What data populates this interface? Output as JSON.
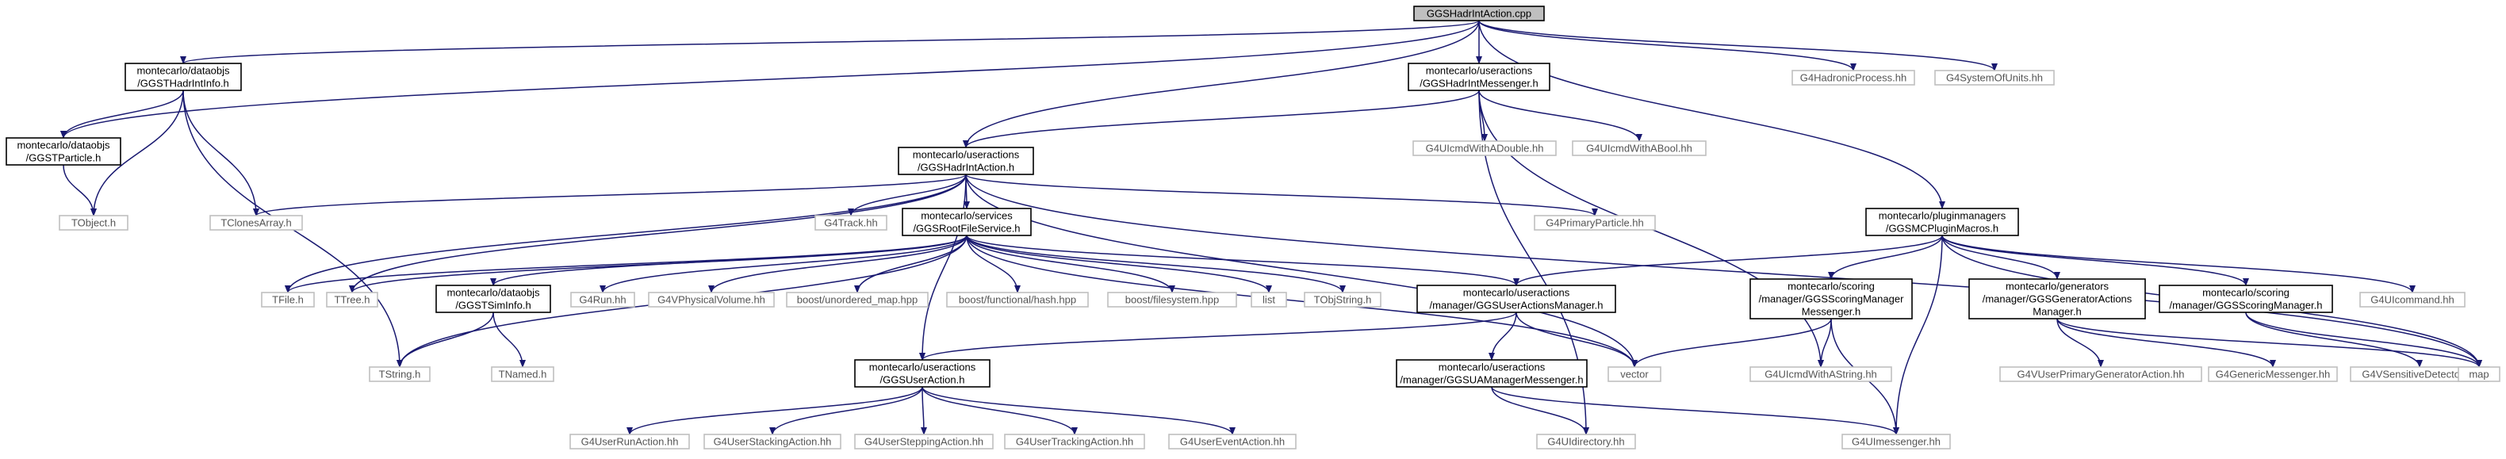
{
  "graph": {
    "nodes": [
      {
        "id": "root",
        "lines": [
          "GGSHadrIntAction.cpp"
        ],
        "style": "root"
      },
      {
        "id": "hadrIntInfo",
        "lines": [
          "montecarlo/dataobjs",
          "/GGSTHadrIntInfo.h"
        ],
        "style": "plain"
      },
      {
        "id": "messenger",
        "lines": [
          "montecarlo/useractions",
          "/GGSHadrIntMessenger.h"
        ],
        "style": "plain"
      },
      {
        "id": "g4HadronicProcess",
        "lines": [
          "G4HadronicProcess.hh"
        ],
        "style": "gray"
      },
      {
        "id": "g4SystemOfUnits",
        "lines": [
          "G4SystemOfUnits.hh"
        ],
        "style": "gray"
      },
      {
        "id": "particle",
        "lines": [
          "montecarlo/dataobjs",
          "/GGSTParticle.h"
        ],
        "style": "plain"
      },
      {
        "id": "hadrIntAction",
        "lines": [
          "montecarlo/useractions",
          "/GGSHadrIntAction.h"
        ],
        "style": "plain"
      },
      {
        "id": "cmdDouble",
        "lines": [
          "G4UIcmdWithADouble.hh"
        ],
        "style": "gray"
      },
      {
        "id": "cmdBool",
        "lines": [
          "G4UIcmdWithABool.hh"
        ],
        "style": "gray"
      },
      {
        "id": "tobject",
        "lines": [
          "TObject.h"
        ],
        "style": "gray"
      },
      {
        "id": "tclones",
        "lines": [
          "TClonesArray.h"
        ],
        "style": "gray"
      },
      {
        "id": "g4track",
        "lines": [
          "G4Track.hh"
        ],
        "style": "gray"
      },
      {
        "id": "rootFileService",
        "lines": [
          "montecarlo/services",
          "/GGSRootFileService.h"
        ],
        "style": "plain"
      },
      {
        "id": "g4PrimaryParticle",
        "lines": [
          "G4PrimaryParticle.hh"
        ],
        "style": "gray"
      },
      {
        "id": "pluginMacros",
        "lines": [
          "montecarlo/pluginmanagers",
          "/GGSMCPluginMacros.h"
        ],
        "style": "plain"
      },
      {
        "id": "tfile",
        "lines": [
          "TFile.h"
        ],
        "style": "gray"
      },
      {
        "id": "ttree",
        "lines": [
          "TTree.h"
        ],
        "style": "gray"
      },
      {
        "id": "simInfo",
        "lines": [
          "montecarlo/dataobjs",
          "/GGSTSimInfo.h"
        ],
        "style": "plain"
      },
      {
        "id": "g4run",
        "lines": [
          "G4Run.hh"
        ],
        "style": "gray"
      },
      {
        "id": "g4VPhysicalVolume",
        "lines": [
          "G4VPhysicalVolume.hh"
        ],
        "style": "gray"
      },
      {
        "id": "unorderedMap",
        "lines": [
          "boost/unordered_map.hpp"
        ],
        "style": "gray"
      },
      {
        "id": "functionalHash",
        "lines": [
          "boost/functional/hash.hpp"
        ],
        "style": "gray"
      },
      {
        "id": "filesystem",
        "lines": [
          "boost/filesystem.hpp"
        ],
        "style": "gray"
      },
      {
        "id": "list",
        "lines": [
          "list"
        ],
        "style": "gray"
      },
      {
        "id": "tobjstring",
        "lines": [
          "TObjString.h"
        ],
        "style": "gray"
      },
      {
        "id": "userActionsManager",
        "lines": [
          "montecarlo/useractions",
          "/manager/GGSUserActionsManager.h"
        ],
        "style": "plain"
      },
      {
        "id": "scoringManagerMessenger",
        "lines": [
          "montecarlo/scoring",
          "/manager/GGSScoringManager",
          "Messenger.h"
        ],
        "style": "plain"
      },
      {
        "id": "generatorActionsManager",
        "lines": [
          "montecarlo/generators",
          "/manager/GGSGeneratorActions",
          "Manager.h"
        ],
        "style": "plain"
      },
      {
        "id": "scoringManager",
        "lines": [
          "montecarlo/scoring",
          "/manager/GGSScoringManager.h"
        ],
        "style": "plain"
      },
      {
        "id": "g4UIcommand",
        "lines": [
          "G4UIcommand.hh"
        ],
        "style": "gray"
      },
      {
        "id": "tstring",
        "lines": [
          "TString.h"
        ],
        "style": "gray"
      },
      {
        "id": "tnamed",
        "lines": [
          "TNamed.h"
        ],
        "style": "gray"
      },
      {
        "id": "userAction",
        "lines": [
          "montecarlo/useractions",
          "/GGSUserAction.h"
        ],
        "style": "plain"
      },
      {
        "id": "uaManagerMessenger",
        "lines": [
          "montecarlo/useractions",
          "/manager/GGSUAManagerMessenger.h"
        ],
        "style": "plain"
      },
      {
        "id": "vector",
        "lines": [
          "vector"
        ],
        "style": "gray"
      },
      {
        "id": "cmdWithAString",
        "lines": [
          "G4UIcmdWithAString.hh"
        ],
        "style": "gray"
      },
      {
        "id": "g4VUserPrimaryGeneratorAction",
        "lines": [
          "G4VUserPrimaryGeneratorAction.hh"
        ],
        "style": "gray"
      },
      {
        "id": "g4GenericMessenger",
        "lines": [
          "G4GenericMessenger.hh"
        ],
        "style": "gray"
      },
      {
        "id": "g4VSensitiveDetector",
        "lines": [
          "G4VSensitiveDetector.hh"
        ],
        "style": "gray"
      },
      {
        "id": "map",
        "lines": [
          "map"
        ],
        "style": "gray"
      },
      {
        "id": "g4UserRunAction",
        "lines": [
          "G4UserRunAction.hh"
        ],
        "style": "gray"
      },
      {
        "id": "g4UserStackingAction",
        "lines": [
          "G4UserStackingAction.hh"
        ],
        "style": "gray"
      },
      {
        "id": "g4UserSteppingAction",
        "lines": [
          "G4UserSteppingAction.hh"
        ],
        "style": "gray"
      },
      {
        "id": "g4UserTrackingAction",
        "lines": [
          "G4UserTrackingAction.hh"
        ],
        "style": "gray"
      },
      {
        "id": "g4UserEventAction",
        "lines": [
          "G4UserEventAction.hh"
        ],
        "style": "gray"
      },
      {
        "id": "g4UIdirectory",
        "lines": [
          "G4UIdirectory.hh"
        ],
        "style": "gray"
      },
      {
        "id": "g4UImessenger",
        "lines": [
          "G4UImessenger.hh"
        ],
        "style": "gray"
      }
    ],
    "edges": [
      [
        "root",
        "hadrIntInfo"
      ],
      [
        "root",
        "particle"
      ],
      [
        "root",
        "messenger"
      ],
      [
        "root",
        "hadrIntAction"
      ],
      [
        "root",
        "g4HadronicProcess"
      ],
      [
        "root",
        "g4SystemOfUnits"
      ],
      [
        "root",
        "pluginMacros"
      ],
      [
        "hadrIntInfo",
        "particle"
      ],
      [
        "hadrIntInfo",
        "tobject"
      ],
      [
        "hadrIntInfo",
        "tclones"
      ],
      [
        "hadrIntInfo",
        "tstring"
      ],
      [
        "particle",
        "tobject"
      ],
      [
        "messenger",
        "hadrIntAction"
      ],
      [
        "messenger",
        "cmdDouble"
      ],
      [
        "messenger",
        "cmdBool"
      ],
      [
        "messenger",
        "cmdWithAString"
      ],
      [
        "messenger",
        "g4UIdirectory"
      ],
      [
        "hadrIntAction",
        "tclones"
      ],
      [
        "hadrIntAction",
        "g4track"
      ],
      [
        "hadrIntAction",
        "rootFileService"
      ],
      [
        "hadrIntAction",
        "g4PrimaryParticle"
      ],
      [
        "hadrIntAction",
        "tfile"
      ],
      [
        "hadrIntAction",
        "ttree"
      ],
      [
        "hadrIntAction",
        "userAction"
      ],
      [
        "hadrIntAction",
        "vector"
      ],
      [
        "hadrIntAction",
        "map"
      ],
      [
        "rootFileService",
        "tfile"
      ],
      [
        "rootFileService",
        "ttree"
      ],
      [
        "rootFileService",
        "simInfo"
      ],
      [
        "rootFileService",
        "g4run"
      ],
      [
        "rootFileService",
        "g4VPhysicalVolume"
      ],
      [
        "rootFileService",
        "unorderedMap"
      ],
      [
        "rootFileService",
        "functionalHash"
      ],
      [
        "rootFileService",
        "filesystem"
      ],
      [
        "rootFileService",
        "list"
      ],
      [
        "rootFileService",
        "tobjstring"
      ],
      [
        "rootFileService",
        "userActionsManager"
      ],
      [
        "rootFileService",
        "vector"
      ],
      [
        "rootFileService",
        "tstring"
      ],
      [
        "simInfo",
        "tstring"
      ],
      [
        "simInfo",
        "tnamed"
      ],
      [
        "pluginMacros",
        "userActionsManager"
      ],
      [
        "pluginMacros",
        "scoringManagerMessenger"
      ],
      [
        "pluginMacros",
        "generatorActionsManager"
      ],
      [
        "pluginMacros",
        "scoringManager"
      ],
      [
        "pluginMacros",
        "g4UIcommand"
      ],
      [
        "pluginMacros",
        "g4UImessenger"
      ],
      [
        "pluginMacros",
        "map"
      ],
      [
        "userActionsManager",
        "userAction"
      ],
      [
        "userActionsManager",
        "uaManagerMessenger"
      ],
      [
        "userActionsManager",
        "vector"
      ],
      [
        "scoringManagerMessenger",
        "vector"
      ],
      [
        "scoringManagerMessenger",
        "cmdWithAString"
      ],
      [
        "scoringManagerMessenger",
        "g4UImessenger"
      ],
      [
        "generatorActionsManager",
        "g4VUserPrimaryGeneratorAction"
      ],
      [
        "generatorActionsManager",
        "g4GenericMessenger"
      ],
      [
        "generatorActionsManager",
        "map"
      ],
      [
        "scoringManager",
        "g4VSensitiveDetector"
      ],
      [
        "scoringManager",
        "map"
      ],
      [
        "userAction",
        "g4UserRunAction"
      ],
      [
        "userAction",
        "g4UserStackingAction"
      ],
      [
        "userAction",
        "g4UserSteppingAction"
      ],
      [
        "userAction",
        "g4UserTrackingAction"
      ],
      [
        "userAction",
        "g4UserEventAction"
      ],
      [
        "uaManagerMessenger",
        "g4UIdirectory"
      ],
      [
        "uaManagerMessenger",
        "g4UImessenger"
      ]
    ]
  },
  "colors": {
    "edge": "#191970",
    "root_fill": "#bfbfbf",
    "plain_border": "#000000",
    "gray_border": "#bfbfbf",
    "text": "#000000"
  }
}
